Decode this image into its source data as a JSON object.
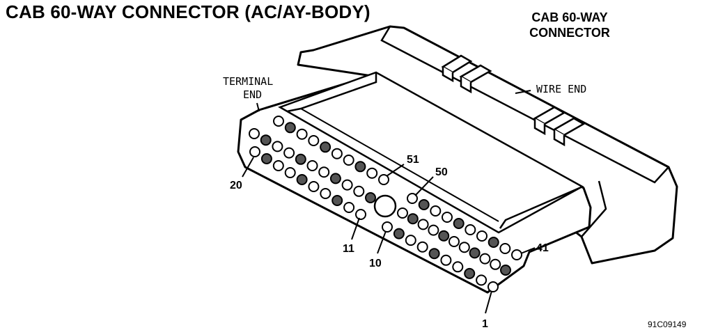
{
  "title": "CAB 60-WAY CONNECTOR (AC/AY-BODY)",
  "subtitle_line1": "CAB 60-WAY",
  "subtitle_line2": "CONNECTOR",
  "labels": {
    "terminal_line1": "TERMINAL",
    "terminal_line2": "END",
    "wire_end": "WIRE END"
  },
  "pin_callouts": {
    "pin1": "1",
    "pin10": "10",
    "pin11": "11",
    "pin20": "20",
    "pin41": "41",
    "pin50": "50",
    "pin51": "51"
  },
  "figure_id": "91C09149"
}
